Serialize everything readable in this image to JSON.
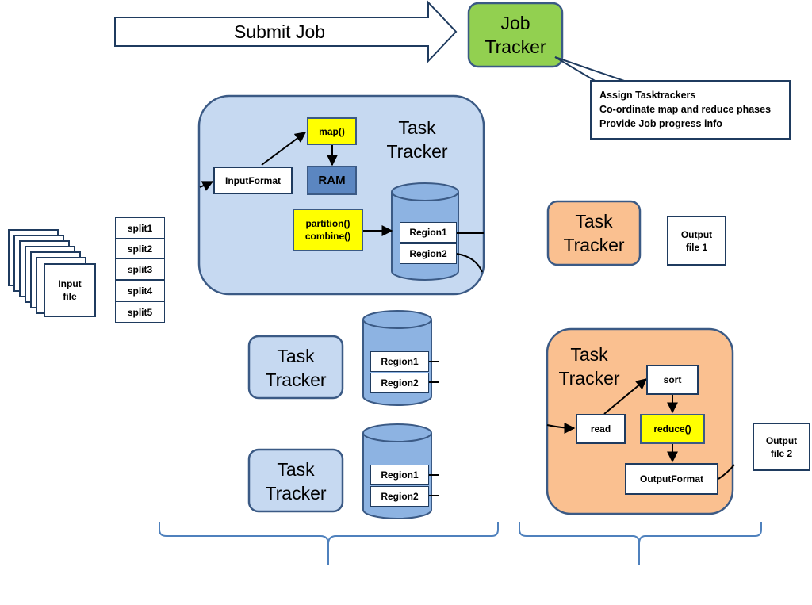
{
  "submit_job": "Submit Job",
  "job_tracker": "Job Tracker",
  "job_tracker_notes": [
    "Assign Tasktrackers",
    "Co-ordinate map and reduce phases",
    "Provide Job progress info"
  ],
  "task_tracker_label": "Task Tracker",
  "map_tracker": {
    "input_format": "InputFormat",
    "map": "map()",
    "ram": "RAM",
    "partition_combine": [
      "partition()",
      "combine()"
    ],
    "regions": [
      "Region1",
      "Region2"
    ]
  },
  "input_file": "Input file",
  "splits": [
    "split1",
    "split2",
    "split3",
    "split4",
    "split5"
  ],
  "other_map_trackers": [
    {
      "label": "Task Tracker",
      "regions": [
        "Region1",
        "Region2"
      ]
    },
    {
      "label": "Task Tracker",
      "regions": [
        "Region1",
        "Region2"
      ]
    }
  ],
  "reduce_trackers": [
    {
      "label": "Task Tracker",
      "output": "Output file 1"
    },
    {
      "label": "Task Tracker",
      "output": "Output file 2",
      "steps": {
        "read": "read",
        "sort": "sort",
        "reduce": "reduce()",
        "output_format": "OutputFormat"
      }
    }
  ],
  "colors": {
    "job_tracker": "#92d050",
    "map_tracker_fill": "#c6d9f1",
    "reduce_tracker_fill": "#fac090",
    "cylinder": "#8db3e2",
    "highlight": "#ffff00",
    "border": "#3b5a85"
  }
}
